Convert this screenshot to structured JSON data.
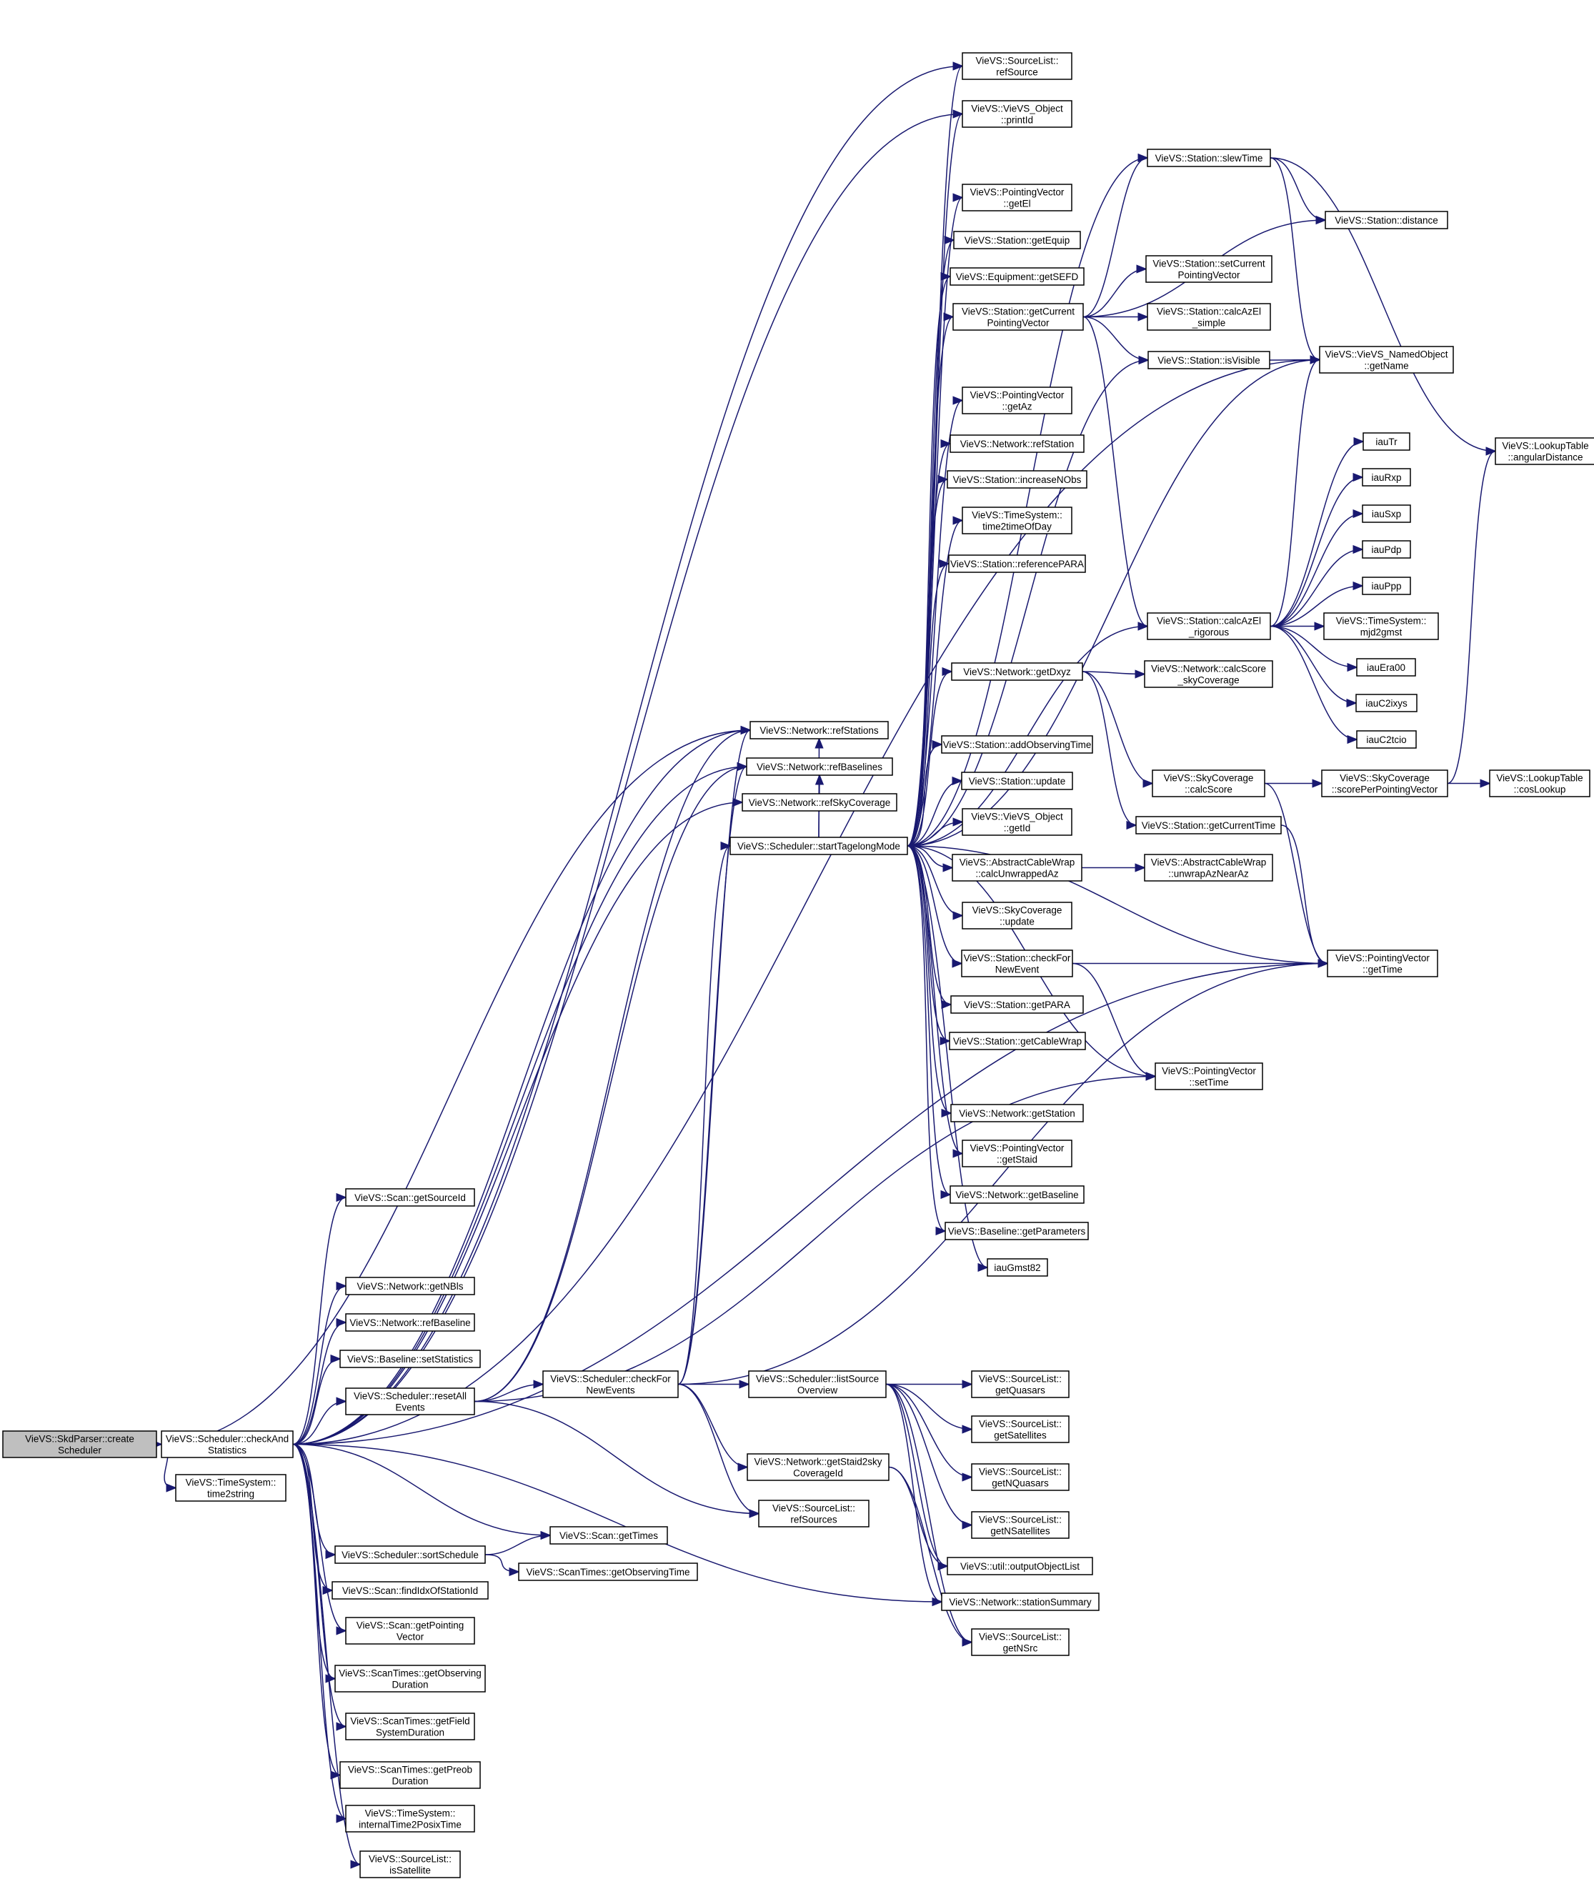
{
  "root": "n_create",
  "nodes": {
    "n_create": {
      "label": [
        "VieVS::SkdParser::create",
        "Scheduler"
      ]
    },
    "n_check": {
      "label": [
        "VieVS::Scheduler::checkAnd",
        "Statistics"
      ]
    },
    "n_t2s": {
      "label": [
        "VieVS::TimeSystem::",
        "time2string"
      ]
    },
    "n_refSource": {
      "label": [
        "VieVS::SourceList::",
        "refSource"
      ]
    },
    "n_printId": {
      "label": [
        "VieVS::VieVS_Object",
        "::printId"
      ]
    },
    "n_slewTime": {
      "label": [
        "VieVS::Station::slewTime"
      ]
    },
    "n_distance": {
      "label": [
        "VieVS::Station::distance"
      ]
    },
    "n_getEl": {
      "label": [
        "VieVS::PointingVector",
        "::getEl"
      ]
    },
    "n_getEquip": {
      "label": [
        "VieVS::Station::getEquip"
      ]
    },
    "n_getSEFD": {
      "label": [
        "VieVS::Equipment::getSEFD"
      ]
    },
    "n_setCurPV": {
      "label": [
        "VieVS::Station::setCurrent",
        "PointingVector"
      ]
    },
    "n_getCurPV": {
      "label": [
        "VieVS::Station::getCurrent",
        "PointingVector"
      ]
    },
    "n_calcAzElSimple": {
      "label": [
        "VieVS::Station::calcAzEl",
        "_simple"
      ]
    },
    "n_isVisible": {
      "label": [
        "VieVS::Station::isVisible"
      ]
    },
    "n_getName": {
      "label": [
        "VieVS::VieVS_NamedObject",
        "::getName"
      ]
    },
    "n_getAz": {
      "label": [
        "VieVS::PointingVector",
        "::getAz"
      ]
    },
    "n_refStation": {
      "label": [
        "VieVS::Network::refStation"
      ]
    },
    "n_incNObs": {
      "label": [
        "VieVS::Station::increaseNObs"
      ]
    },
    "n_t2tod": {
      "label": [
        "VieVS::TimeSystem::",
        "time2timeOfDay"
      ]
    },
    "n_refPARA": {
      "label": [
        "VieVS::Station::referencePARA"
      ]
    },
    "n_iauTr": {
      "label": [
        "iauTr"
      ]
    },
    "n_iauRxp": {
      "label": [
        "iauRxp"
      ]
    },
    "n_iauSxp": {
      "label": [
        "iauSxp"
      ]
    },
    "n_iauPdp": {
      "label": [
        "iauPdp"
      ]
    },
    "n_iauPpp": {
      "label": [
        "iauPpp"
      ]
    },
    "n_angDist": {
      "label": [
        "VieVS::LookupTable",
        "::angularDistance"
      ]
    },
    "n_calcAzElRig": {
      "label": [
        "VieVS::Station::calcAzEl",
        "_rigorous"
      ]
    },
    "n_mjd2gmst": {
      "label": [
        "VieVS::TimeSystem::",
        "mjd2gmst"
      ]
    },
    "n_iauEra00": {
      "label": [
        "iauEra00"
      ]
    },
    "n_getDxyz": {
      "label": [
        "VieVS::Network::getDxyz"
      ]
    },
    "n_calcScoreSky": {
      "label": [
        "VieVS::Network::calcScore",
        "_skyCoverage"
      ]
    },
    "n_iauC2ixys": {
      "label": [
        "iauC2ixys"
      ]
    },
    "n_iauC2tcio": {
      "label": [
        "iauC2tcio"
      ]
    },
    "n_refStations": {
      "label": [
        "VieVS::Network::refStations"
      ]
    },
    "n_addObsTime": {
      "label": [
        "VieVS::Station::addObservingTime"
      ]
    },
    "n_refBaselines": {
      "label": [
        "VieVS::Network::refBaselines"
      ]
    },
    "n_skyCalcScore": {
      "label": [
        "VieVS::SkyCoverage",
        "::calcScore"
      ]
    },
    "n_scorePerPV": {
      "label": [
        "VieVS::SkyCoverage",
        "::scorePerPointingVector"
      ]
    },
    "n_cosLookup": {
      "label": [
        "VieVS::LookupTable",
        "::cosLookup"
      ]
    },
    "n_stUpdate": {
      "label": [
        "VieVS::Station::update"
      ]
    },
    "n_refSkyCov": {
      "label": [
        "VieVS::Network::refSkyCoverage"
      ]
    },
    "n_getId": {
      "label": [
        "VieVS::VieVS_Object",
        "::getId"
      ]
    },
    "n_getCurTime": {
      "label": [
        "VieVS::Station::getCurrentTime"
      ]
    },
    "n_startTag": {
      "label": [
        "VieVS::Scheduler::startTagelongMode"
      ]
    },
    "n_calcUnwrap": {
      "label": [
        "VieVS::AbstractCableWrap",
        "::calcUnwrappedAz"
      ]
    },
    "n_unwrapNear": {
      "label": [
        "VieVS::AbstractCableWrap",
        "::unwrapAzNearAz"
      ]
    },
    "n_skyUpdate": {
      "label": [
        "VieVS::SkyCoverage",
        "::update"
      ]
    },
    "n_checkForNewEventSt": {
      "label": [
        "VieVS::Station::checkFor",
        "NewEvent"
      ]
    },
    "n_pvGetTime": {
      "label": [
        "VieVS::PointingVector",
        "::getTime"
      ]
    },
    "n_getPARA": {
      "label": [
        "VieVS::Station::getPARA"
      ]
    },
    "n_getCableWrap": {
      "label": [
        "VieVS::Station::getCableWrap"
      ]
    },
    "n_pvSetTime": {
      "label": [
        "VieVS::PointingVector",
        "::setTime"
      ]
    },
    "n_getStation": {
      "label": [
        "VieVS::Network::getStation"
      ]
    },
    "n_pvGetStaid": {
      "label": [
        "VieVS::PointingVector",
        "::getStaid"
      ]
    },
    "n_getBaseline": {
      "label": [
        "VieVS::Network::getBaseline"
      ]
    },
    "n_getParams": {
      "label": [
        "VieVS::Baseline::getParameters"
      ]
    },
    "n_iauGmst82": {
      "label": [
        "iauGmst82"
      ]
    },
    "n_scanGetSourceId": {
      "label": [
        "VieVS::Scan::getSourceId"
      ]
    },
    "n_getNBls": {
      "label": [
        "VieVS::Network::getNBls"
      ]
    },
    "n_refBaseline": {
      "label": [
        "VieVS::Network::refBaseline"
      ]
    },
    "n_setStats": {
      "label": [
        "VieVS::Baseline::setStatistics"
      ]
    },
    "n_resetAll": {
      "label": [
        "VieVS::Scheduler::resetAll",
        "Events"
      ]
    },
    "n_checkForNewEvents": {
      "label": [
        "VieVS::Scheduler::checkFor",
        "NewEvents"
      ]
    },
    "n_listSrcOv": {
      "label": [
        "VieVS::Scheduler::listSource",
        "Overview"
      ]
    },
    "n_getQuasars": {
      "label": [
        "VieVS::SourceList::",
        "getQuasars"
      ]
    },
    "n_getSatellites": {
      "label": [
        "VieVS::SourceList::",
        "getSatellites"
      ]
    },
    "n_getNQuasars": {
      "label": [
        "VieVS::SourceList::",
        "getNQuasars"
      ]
    },
    "n_getStaid2sky": {
      "label": [
        "VieVS::Network::getStaid2sky",
        "CoverageId"
      ]
    },
    "n_refSources": {
      "label": [
        "VieVS::SourceList::",
        "refSources"
      ]
    },
    "n_getNSatellites": {
      "label": [
        "VieVS::SourceList::",
        "getNSatellites"
      ]
    },
    "n_scanGetTimes": {
      "label": [
        "VieVS::Scan::getTimes"
      ]
    },
    "n_sortSchedule": {
      "label": [
        "VieVS::Scheduler::sortSchedule"
      ]
    },
    "n_outputObjList": {
      "label": [
        "VieVS::util::outputObjectList"
      ]
    },
    "n_getObsTime": {
      "label": [
        "VieVS::ScanTimes::getObservingTime"
      ]
    },
    "n_findIdx": {
      "label": [
        "VieVS::Scan::findIdxOfStationId"
      ]
    },
    "n_stationSummary": {
      "label": [
        "VieVS::Network::stationSummary"
      ]
    },
    "n_scanGetPV": {
      "label": [
        "VieVS::Scan::getPointing",
        "Vector"
      ]
    },
    "n_getNSrc": {
      "label": [
        "VieVS::SourceList::",
        "getNSrc"
      ]
    },
    "n_getObsDur": {
      "label": [
        "VieVS::ScanTimes::getObserving",
        "Duration"
      ]
    },
    "n_getFieldSys": {
      "label": [
        "VieVS::ScanTimes::getField",
        "SystemDuration"
      ]
    },
    "n_getPreob": {
      "label": [
        "VieVS::ScanTimes::getPreob",
        "Duration"
      ]
    },
    "n_int2posix": {
      "label": [
        "VieVS::TimeSystem::",
        "internalTime2PosixTime"
      ]
    },
    "n_isSatellite": {
      "label": [
        "VieVS::SourceList::",
        "isSatellite"
      ]
    }
  },
  "edges": [
    [
      "n_create",
      "n_check"
    ],
    [
      "n_create",
      "n_t2s"
    ],
    [
      "n_create",
      "n_refStations"
    ],
    [
      "n_check",
      "n_refSource"
    ],
    [
      "n_check",
      "n_printId"
    ],
    [
      "n_check",
      "n_getName"
    ],
    [
      "n_check",
      "n_refStations"
    ],
    [
      "n_check",
      "n_refBaselines"
    ],
    [
      "n_check",
      "n_refSkyCov"
    ],
    [
      "n_check",
      "n_scanGetSourceId"
    ],
    [
      "n_check",
      "n_getNBls"
    ],
    [
      "n_check",
      "n_refBaseline"
    ],
    [
      "n_check",
      "n_setStats"
    ],
    [
      "n_check",
      "n_resetAll"
    ],
    [
      "n_check",
      "n_scanGetTimes"
    ],
    [
      "n_check",
      "n_sortSchedule"
    ],
    [
      "n_check",
      "n_findIdx"
    ],
    [
      "n_check",
      "n_scanGetPV"
    ],
    [
      "n_check",
      "n_getObsDur"
    ],
    [
      "n_check",
      "n_getFieldSys"
    ],
    [
      "n_check",
      "n_getPreob"
    ],
    [
      "n_check",
      "n_int2posix"
    ],
    [
      "n_check",
      "n_isSatellite"
    ],
    [
      "n_check",
      "n_stationSummary"
    ],
    [
      "n_check",
      "n_pvGetTime"
    ],
    [
      "n_startTag",
      "n_refSource"
    ],
    [
      "n_startTag",
      "n_printId"
    ],
    [
      "n_startTag",
      "n_slewTime"
    ],
    [
      "n_startTag",
      "n_getEl"
    ],
    [
      "n_startTag",
      "n_getEquip"
    ],
    [
      "n_startTag",
      "n_getSEFD"
    ],
    [
      "n_startTag",
      "n_getCurPV"
    ],
    [
      "n_startTag",
      "n_isVisible"
    ],
    [
      "n_startTag",
      "n_getAz"
    ],
    [
      "n_startTag",
      "n_refStation"
    ],
    [
      "n_startTag",
      "n_incNObs"
    ],
    [
      "n_startTag",
      "n_t2tod"
    ],
    [
      "n_startTag",
      "n_refPARA"
    ],
    [
      "n_startTag",
      "n_getName"
    ],
    [
      "n_startTag",
      "n_calcAzElRig"
    ],
    [
      "n_startTag",
      "n_getDxyz"
    ],
    [
      "n_startTag",
      "n_refStations"
    ],
    [
      "n_startTag",
      "n_addObsTime"
    ],
    [
      "n_startTag",
      "n_refBaselines"
    ],
    [
      "n_startTag",
      "n_stUpdate"
    ],
    [
      "n_startTag",
      "n_getId"
    ],
    [
      "n_startTag",
      "n_calcUnwrap"
    ],
    [
      "n_startTag",
      "n_skyUpdate"
    ],
    [
      "n_startTag",
      "n_checkForNewEventSt"
    ],
    [
      "n_startTag",
      "n_getPARA"
    ],
    [
      "n_startTag",
      "n_getCableWrap"
    ],
    [
      "n_startTag",
      "n_pvSetTime"
    ],
    [
      "n_startTag",
      "n_getStation"
    ],
    [
      "n_startTag",
      "n_pvGetStaid"
    ],
    [
      "n_startTag",
      "n_getBaseline"
    ],
    [
      "n_startTag",
      "n_getParams"
    ],
    [
      "n_startTag",
      "n_iauGmst82"
    ],
    [
      "n_startTag",
      "n_pvGetTime"
    ],
    [
      "n_slewTime",
      "n_distance"
    ],
    [
      "n_slewTime",
      "n_getName"
    ],
    [
      "n_slewTime",
      "n_angDist"
    ],
    [
      "n_getCurPV",
      "n_slewTime"
    ],
    [
      "n_getCurPV",
      "n_distance"
    ],
    [
      "n_getCurPV",
      "n_setCurPV"
    ],
    [
      "n_getCurPV",
      "n_calcAzElSimple"
    ],
    [
      "n_getCurPV",
      "n_isVisible"
    ],
    [
      "n_getCurPV",
      "n_calcAzElRig"
    ],
    [
      "n_isVisible",
      "n_getName"
    ],
    [
      "n_calcAzElRig",
      "n_iauTr"
    ],
    [
      "n_calcAzElRig",
      "n_iauRxp"
    ],
    [
      "n_calcAzElRig",
      "n_iauSxp"
    ],
    [
      "n_calcAzElRig",
      "n_iauPdp"
    ],
    [
      "n_calcAzElRig",
      "n_iauPpp"
    ],
    [
      "n_calcAzElRig",
      "n_mjd2gmst"
    ],
    [
      "n_calcAzElRig",
      "n_iauEra00"
    ],
    [
      "n_calcAzElRig",
      "n_iauC2ixys"
    ],
    [
      "n_calcAzElRig",
      "n_iauC2tcio"
    ],
    [
      "n_calcAzElRig",
      "n_getName"
    ],
    [
      "n_getDxyz",
      "n_calcScoreSky"
    ],
    [
      "n_getDxyz",
      "n_skyCalcScore"
    ],
    [
      "n_getDxyz",
      "n_getCurTime"
    ],
    [
      "n_skyCalcScore",
      "n_scorePerPV"
    ],
    [
      "n_skyCalcScore",
      "n_pvGetTime"
    ],
    [
      "n_scorePerPV",
      "n_cosLookup"
    ],
    [
      "n_scorePerPV",
      "n_angDist"
    ],
    [
      "n_getCurTime",
      "n_pvGetTime"
    ],
    [
      "n_calcUnwrap",
      "n_unwrapNear"
    ],
    [
      "n_checkForNewEventSt",
      "n_pvGetTime"
    ],
    [
      "n_checkForNewEventSt",
      "n_pvSetTime"
    ],
    [
      "n_resetAll",
      "n_refStations"
    ],
    [
      "n_resetAll",
      "n_refBaselines"
    ],
    [
      "n_resetAll",
      "n_checkForNewEvents"
    ],
    [
      "n_resetAll",
      "n_refSources"
    ],
    [
      "n_resetAll",
      "n_pvSetTime"
    ],
    [
      "n_checkForNewEvents",
      "n_refStations"
    ],
    [
      "n_checkForNewEvents",
      "n_refBaselines"
    ],
    [
      "n_checkForNewEvents",
      "n_startTag"
    ],
    [
      "n_checkForNewEvents",
      "n_listSrcOv"
    ],
    [
      "n_checkForNewEvents",
      "n_getStaid2sky"
    ],
    [
      "n_checkForNewEvents",
      "n_refSources"
    ],
    [
      "n_checkForNewEvents",
      "n_pvGetTime"
    ],
    [
      "n_listSrcOv",
      "n_getQuasars"
    ],
    [
      "n_listSrcOv",
      "n_getSatellites"
    ],
    [
      "n_listSrcOv",
      "n_getNQuasars"
    ],
    [
      "n_listSrcOv",
      "n_getNSatellites"
    ],
    [
      "n_listSrcOv",
      "n_outputObjList"
    ],
    [
      "n_listSrcOv",
      "n_stationSummary"
    ],
    [
      "n_listSrcOv",
      "n_getNSrc"
    ],
    [
      "n_getStaid2sky",
      "n_outputObjList"
    ],
    [
      "n_getStaid2sky",
      "n_getNSrc"
    ],
    [
      "n_sortSchedule",
      "n_scanGetTimes"
    ],
    [
      "n_sortSchedule",
      "n_getObsTime"
    ]
  ]
}
